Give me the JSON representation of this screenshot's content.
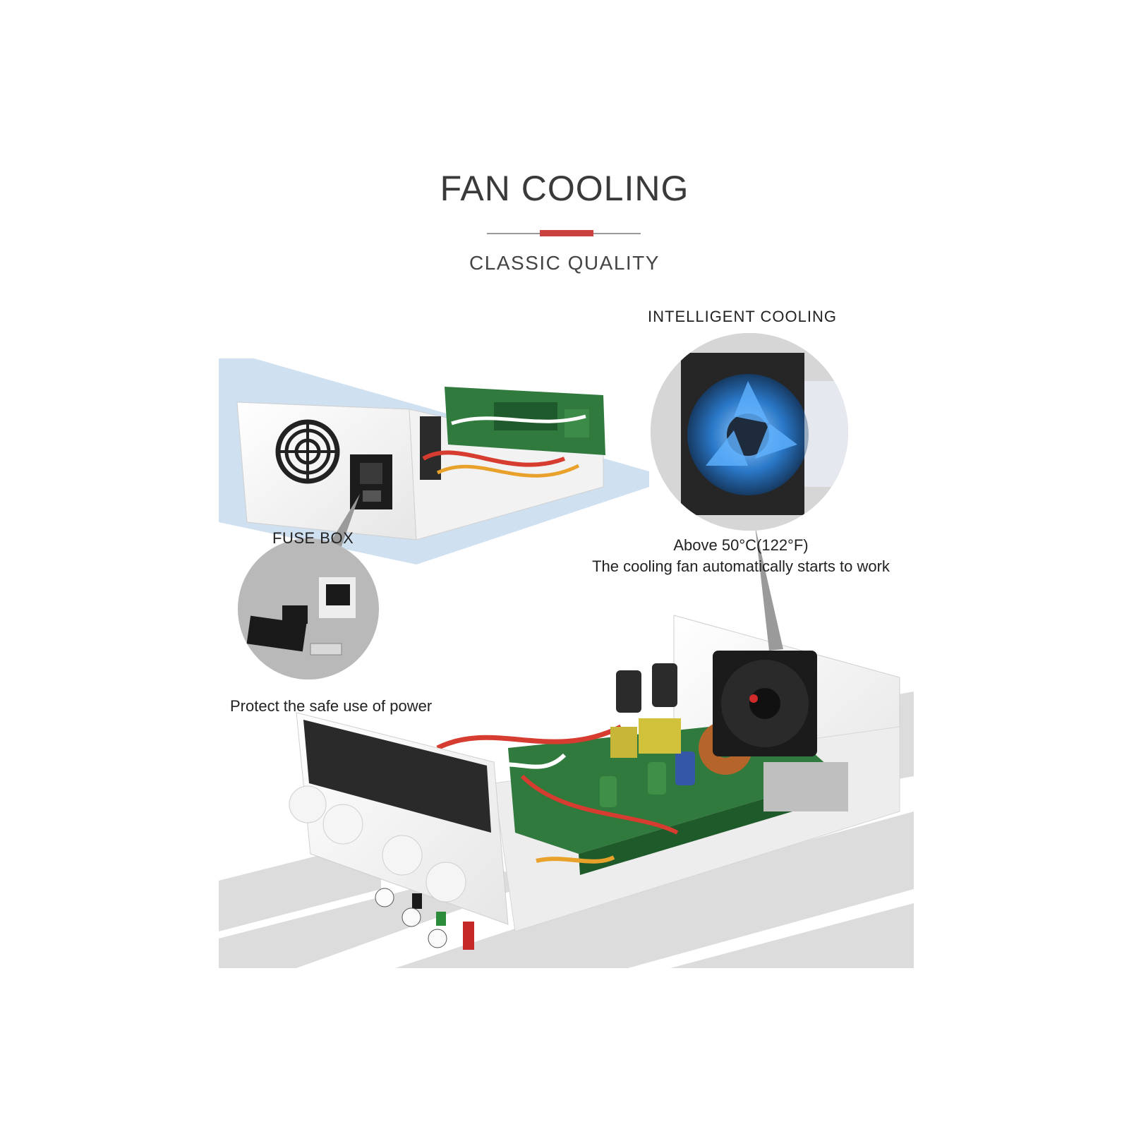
{
  "header": {
    "title": "FAN COOLING",
    "subtitle": "CLASSIC QUALITY",
    "accent_color": "#c9423f"
  },
  "callouts": {
    "intelligent_cooling": "INTELLIGENT COOLING",
    "fuse_box": "FUSE BOX",
    "temperature": "Above 50°C(122°F)",
    "fan_behavior": "The cooling fan automatically starts to work",
    "protect": "Protect the safe use of power"
  },
  "colors": {
    "pcb_green": "#2f7a3c",
    "fan_glow": "#2a78c8",
    "floor_grey": "#dcdcdc",
    "floor_blue": "#cfe0f0"
  },
  "icons": [
    "fan-icon",
    "power-socket-icon",
    "fuse-icon"
  ]
}
